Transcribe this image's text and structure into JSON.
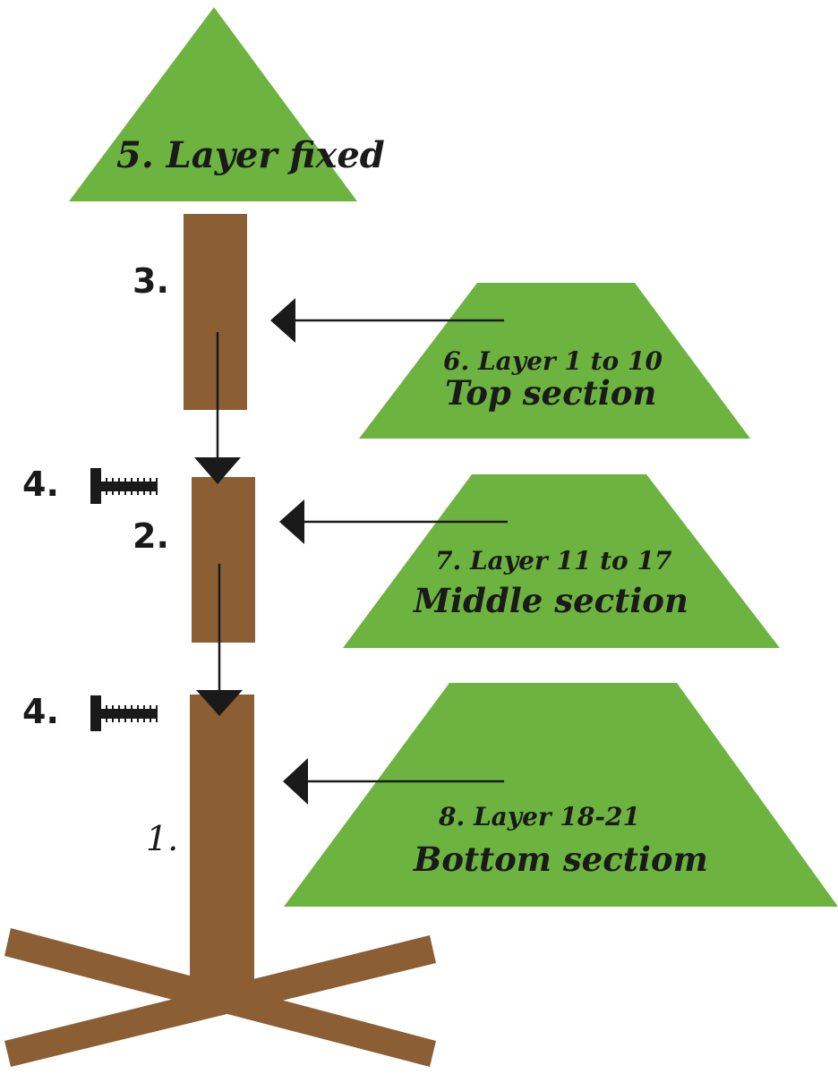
{
  "colors": {
    "foliage": "#6db33f",
    "trunk": "#8b5e34",
    "ink": "#1a1a1a"
  },
  "labels": {
    "top_cone": "5. Layer fixed",
    "top_section_line1": "6. Layer 1 to 10",
    "top_section_line2": "Top section",
    "middle_section_line1": "7. Layer 11 to 17",
    "middle_section_line2": "Middle section",
    "bottom_section_line1": "8. Layer 18-21",
    "bottom_section_line2": "Bottom sectiom",
    "pole_top": "3.",
    "pole_middle": "2.",
    "pole_bottom": "1.",
    "screw_upper": "4.",
    "screw_lower": "4."
  },
  "icons": {
    "screw": "screw-icon",
    "arrow": "arrow-left-icon"
  }
}
